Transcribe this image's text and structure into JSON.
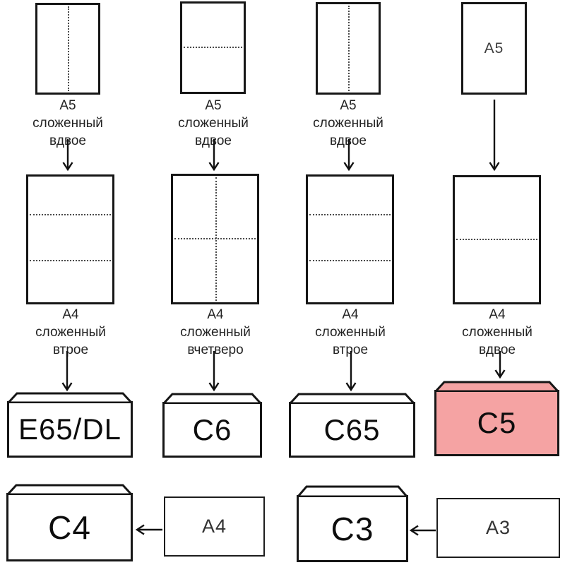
{
  "colors": {
    "highlight": "#f5a3a3",
    "line": "#161616"
  },
  "row1": {
    "papers": [
      {
        "label": [
          "А5",
          "сложенный",
          "вдвое"
        ]
      },
      {
        "label": [
          "А5",
          "сложенный",
          "вдвое"
        ]
      },
      {
        "label": [
          "А5",
          "сложенный",
          "вдвое"
        ]
      },
      {
        "inner_text": "А5"
      }
    ]
  },
  "row2": {
    "papers": [
      {
        "label": [
          "А4",
          "сложенный",
          "втрое"
        ]
      },
      {
        "label": [
          "А4",
          "сложенный",
          "вчетверо"
        ]
      },
      {
        "label": [
          "А4",
          "сложенный",
          "втрое"
        ]
      },
      {
        "label": [
          "А4",
          "сложенный",
          "вдвое"
        ]
      }
    ]
  },
  "envelopes": [
    {
      "label": "E65/DL",
      "highlighted": false
    },
    {
      "label": "C6",
      "highlighted": false
    },
    {
      "label": "C65",
      "highlighted": false
    },
    {
      "label": "C5",
      "highlighted": true
    }
  ],
  "bottom": {
    "pairs": [
      {
        "envelope": "C4",
        "paper": "A4"
      },
      {
        "envelope": "C3",
        "paper": "A3"
      }
    ]
  }
}
